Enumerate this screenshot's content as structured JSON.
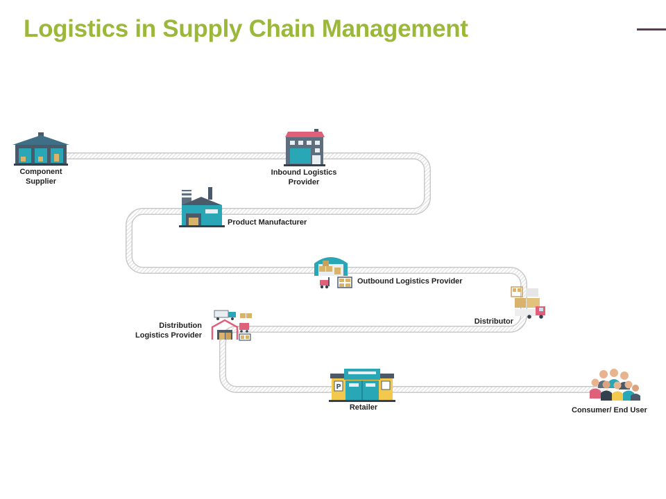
{
  "title": "Logistics in Supply Chain Management",
  "colors": {
    "title": "#9bb83a",
    "accent_line": "#5b3a55",
    "path": "#d6d6d6",
    "teal": "#2aa7b6",
    "slate": "#4a5a6a",
    "pink": "#e0607a",
    "yellow": "#f2c94c",
    "tan": "#d9b36c"
  },
  "stages": [
    {
      "id": "component-supplier",
      "lines": [
        "Component",
        "Supplier"
      ],
      "icon": "warehouse-icon"
    },
    {
      "id": "inbound-logistics-provider",
      "lines": [
        "Inbound Logistics",
        "Provider"
      ],
      "icon": "office-building-icon"
    },
    {
      "id": "product-manufacturer",
      "lines": [
        "Product Manufacturer"
      ],
      "icon": "factory-icon"
    },
    {
      "id": "outbound-logistics-provider",
      "lines": [
        "Outbound Logistics Provider"
      ],
      "icon": "storage-shed-icon"
    },
    {
      "id": "distributor",
      "lines": [
        "Distributor"
      ],
      "icon": "delivery-truck-icon"
    },
    {
      "id": "distribution-logistics-provider",
      "lines": [
        "Distribution",
        "Logistics Provider"
      ],
      "icon": "distribution-center-icon"
    },
    {
      "id": "retailer",
      "lines": [
        "Retailer"
      ],
      "icon": "retail-store-icon"
    },
    {
      "id": "consumer-end-user",
      "lines": [
        "Consumer/ End User"
      ],
      "icon": "people-group-icon"
    }
  ]
}
